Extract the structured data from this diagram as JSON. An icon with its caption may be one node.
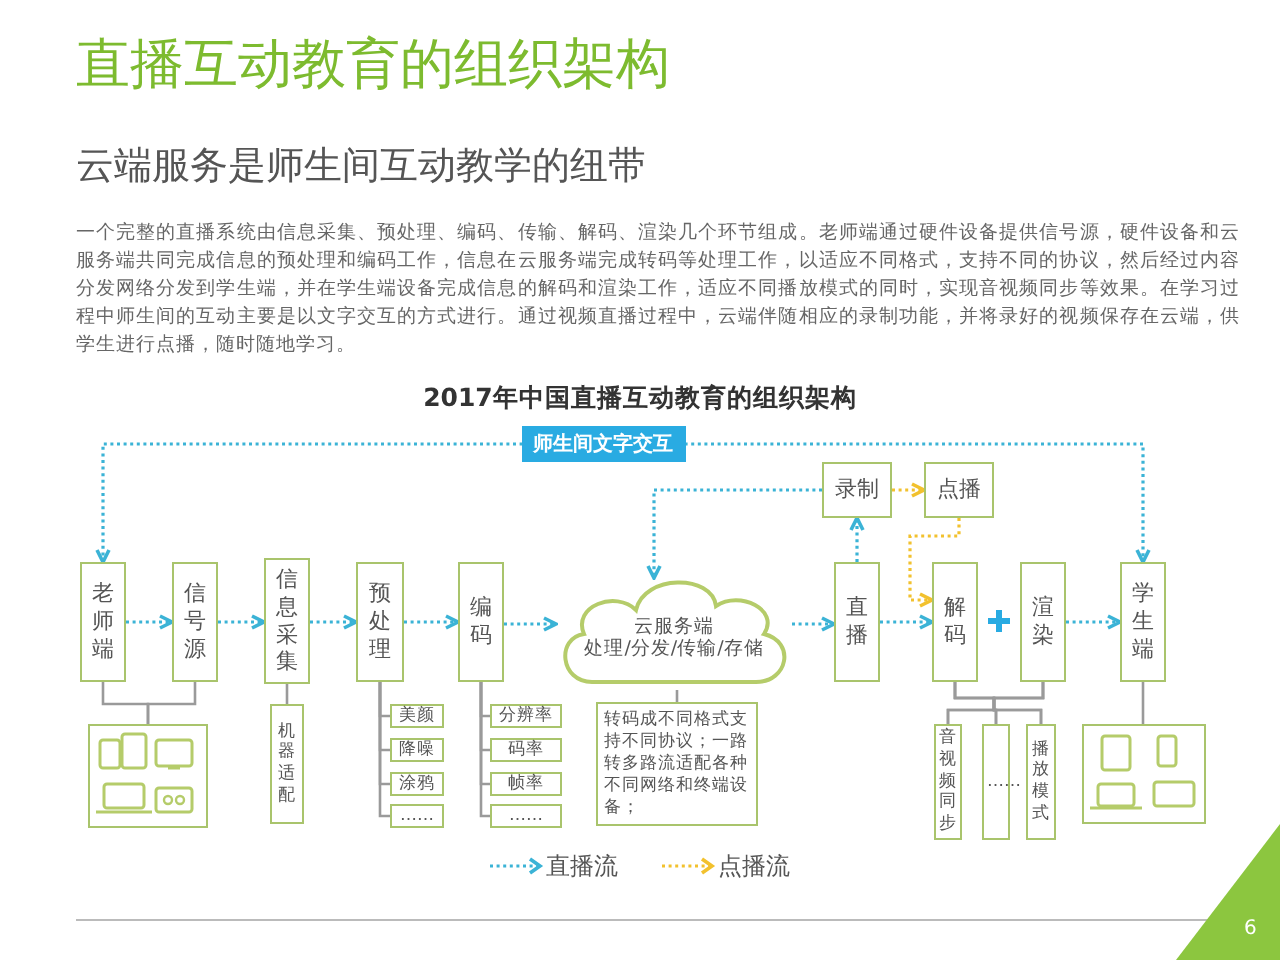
{
  "diagram": {
    "title": "直播互动教育的组织架构",
    "nodes": [
      {
        "text": [
          "老师端"
        ]
      },
      {
        "text": [
          "信号源"
        ]
      },
      {
        "text": [
          "信息采集"
        ]
      },
      {
        "text": [
          "预处理"
        ]
      },
      {
        "text": [
          "编码"
        ]
      },
      {
        "text": [
          "云服务端",
          "处理/分发/传输/存储"
        ]
      },
      {
        "text": [
          "录制"
        ]
      },
      {
        "text": [
          "点播"
        ]
      },
      {
        "text": [
          "直播"
        ]
      },
      {
        "text": [
          "解码"
        ]
      },
      {
        "text": [
          "渲染"
        ]
      },
      {
        "text": [
          "学生端"
        ]
      },
      {
        "text": [],
        "shape": "picture"
      },
      {
        "text": [
          "机器适配"
        ]
      },
      {
        "text": [
          "美颜"
        ]
      },
      {
        "text": [
          "降噪"
        ]
      },
      {
        "text": [
          "涂鸦"
        ]
      },
      {
        "text": [
          "……"
        ]
      },
      {
        "text": [
          "分辨率"
        ]
      },
      {
        "text": [
          "码率"
        ]
      },
      {
        "text": [
          "帧率"
        ]
      },
      {
        "text": [
          "……"
        ]
      },
      {
        "text": [
          "转码成不同格式支持不同协议；一路转多路流适配各种不同网络和终端设备；"
        ]
      },
      {
        "text": [
          "音视频同步"
        ]
      },
      {
        "text": [
          "……"
        ]
      },
      {
        "text": [
          "播放模式"
        ]
      },
      {
        "text": [],
        "shape": "picture"
      }
    ],
    "edges": [
      {
        "from": 0,
        "to": 1,
        "arrow": "to",
        "style": "dashed",
        "color": "#3bb3d6"
      },
      {
        "from": 1,
        "to": 2,
        "arrow": "to",
        "style": "dashed",
        "color": "#3bb3d6"
      },
      {
        "from": 2,
        "to": 3,
        "arrow": "to",
        "style": "dashed",
        "color": "#3bb3d6"
      },
      {
        "from": 3,
        "to": 4,
        "arrow": "to",
        "style": "dashed",
        "color": "#3bb3d6"
      },
      {
        "from": 4,
        "to": 5,
        "arrow": "to",
        "style": "dashed",
        "color": "#3bb3d6"
      },
      {
        "from": 5,
        "to": 8,
        "arrow": "to",
        "style": "dashed",
        "color": "#3bb3d6"
      },
      {
        "from": 8,
        "to": 9,
        "arrow": "to",
        "style": "dashed",
        "color": "#3bb3d6"
      },
      {
        "from": 10,
        "to": 11,
        "arrow": "to",
        "style": "dashed",
        "color": "#3bb3d6"
      },
      {
        "from": 8,
        "to": 6,
        "arrow": "to",
        "style": "dashed",
        "color": "#3bb3d6"
      },
      {
        "from": 6,
        "to": 5,
        "arrow": "to",
        "style": "dashed",
        "color": "#3bb3d6"
      },
      {
        "from": 6,
        "to": 7,
        "arrow": "to",
        "style": "dashed",
        "color": "#f2c12e"
      },
      {
        "from": 7,
        "to": 9,
        "arrow": "to",
        "style": "dashed",
        "color": "#f2c12e"
      },
      {
        "from": 0,
        "to": 11,
        "arrow": "both",
        "style": "dashed",
        "color": "#3bb3d6",
        "label": "师生间文字交互"
      },
      {
        "from": 0,
        "to": 12,
        "arrow": "none"
      },
      {
        "from": 1,
        "to": 12,
        "arrow": "none"
      },
      {
        "from": 2,
        "to": 13,
        "arrow": "none"
      },
      {
        "from": 3,
        "to": 14,
        "arrow": "none"
      },
      {
        "from": 3,
        "to": 15,
        "arrow": "none"
      },
      {
        "from": 3,
        "to": 16,
        "arrow": "none"
      },
      {
        "from": 3,
        "to": 17,
        "arrow": "none"
      },
      {
        "from": 4,
        "to": 18,
        "arrow": "none"
      },
      {
        "from": 4,
        "to": 19,
        "arrow": "none"
      },
      {
        "from": 4,
        "to": 20,
        "arrow": "none"
      },
      {
        "from": 4,
        "to": 21,
        "arrow": "none"
      },
      {
        "from": 5,
        "to": 22,
        "arrow": "none"
      },
      {
        "from": 9,
        "to": 23,
        "arrow": "none"
      },
      {
        "from": 9,
        "to": 24,
        "arrow": "none"
      },
      {
        "from": 9,
        "to": 25,
        "arrow": "none"
      },
      {
        "from": 10,
        "to": 23,
        "arrow": "none"
      },
      {
        "from": 10,
        "to": 24,
        "arrow": "none"
      },
      {
        "from": 10,
        "to": 25,
        "arrow": "none"
      },
      {
        "from": 11,
        "to": 26,
        "arrow": "none"
      }
    ],
    "labels": [
      "云端服务是师生间互动教学的纽带",
      "一个完整的直播系统由信息采集、预处理、编码、传输、解码、渲染几个环节组成。老师端通过硬件设备提供信号源，硬件设备和云服务端共同完成信息的预处理和编码工作，信息在云服务端完成转码等处理工作，以适应不同格式，支持不同的协议，然后经过内容分发网络分发到学生端，并在学生端设备完成信息的解码和渲染工作，适应不同播放模式的同时，实现音视频同步等效果。在学习过程中师生间的互动主要是以文字交互的方式进行。通过视频直播过程中，云端伴随相应的录制功能，并将录好的视频保存在云端，供学生进行点播，随时随地学习。",
      "2017年中国直播互动教育的组织架构",
      "6"
    ],
    "legend": [
      {
        "text": "直播流"
      },
      {
        "text": "点播流"
      }
    ]
  }
}
